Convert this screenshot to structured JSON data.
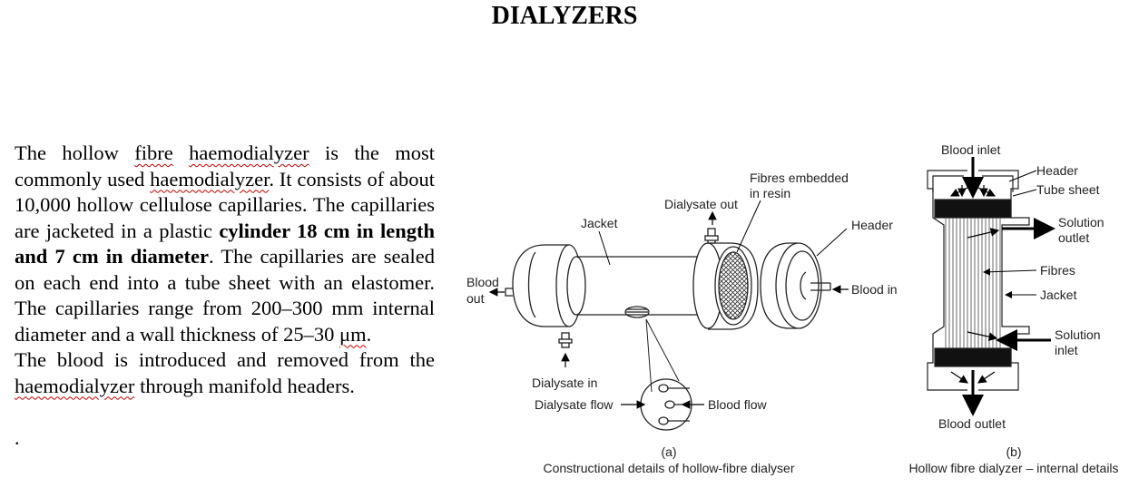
{
  "title": "DIALYZERS",
  "paragraph1": {
    "t1": "The hollow ",
    "w1": "fibre",
    "t2": " ",
    "w2": "haemodialyzer",
    "t3": " is the most commonly used ",
    "w3": "haemodialyzer",
    "t4": ". It consists of about 10,000 hollow cellulose capillaries. The capillaries are jacketed in a plastic ",
    "bold": "cylinder 18 cm in length and 7 cm in diameter",
    "t5": ". The capillaries are sealed on each end into a tube sheet with an elastomer. The capillaries range from 200–300 mm internal diameter and a wall thickness of 25–30 ",
    "w4": "μm",
    "t6": "."
  },
  "paragraph2": {
    "t1": "The blood is introduced and removed from the ",
    "w1": "haemodialyzer",
    "t2": " through manifold headers."
  },
  "trailing_dot": ".",
  "figure_a": {
    "blood_out_1": "Blood",
    "blood_out_2": "out",
    "jacket": "Jacket",
    "dialysate_out": "Dialysate out",
    "fibres_embedded_1": "Fibres embedded",
    "fibres_embedded_2": "in resin",
    "header": "Header",
    "blood_in": "Blood in",
    "dialysate_in": "Dialysate in",
    "dialysate_flow": "Dialysate flow",
    "blood_flow": "Blood flow",
    "label": "(a)",
    "caption": "Constructional details of hollow-fibre dialyser"
  },
  "figure_b": {
    "blood_inlet": "Blood inlet",
    "header": "Header",
    "tube_sheet": "Tube sheet",
    "solution_outlet_1": "Solution",
    "solution_outlet_2": "outlet",
    "fibres": "Fibres",
    "jacket": "Jacket",
    "solution_inlet_1": "Solution",
    "solution_inlet_2": "inlet",
    "blood_outlet": "Blood outlet",
    "label": "(b)",
    "caption": "Hollow fibre dialyzer – internal details"
  }
}
